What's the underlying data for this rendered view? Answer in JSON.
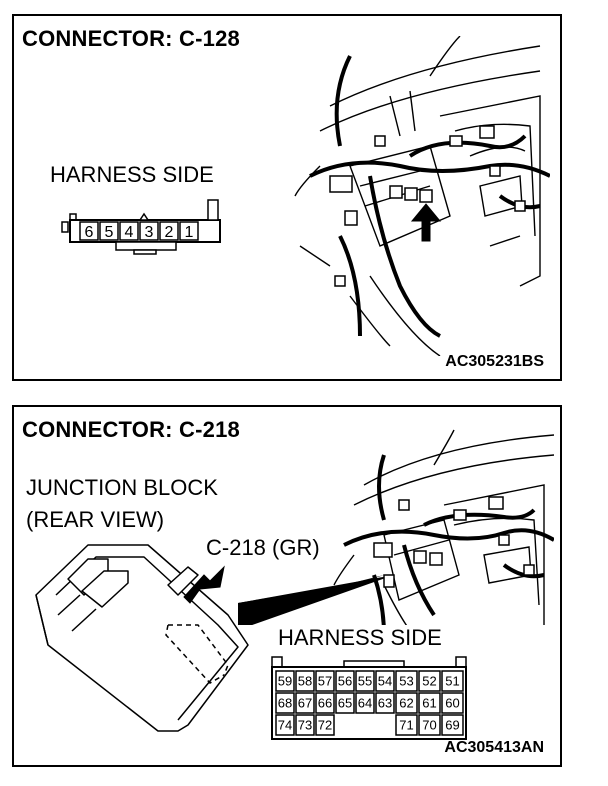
{
  "connector1": {
    "title": "CONNECTOR: C-128",
    "harness_label": "HARNESS SIDE",
    "pins": [
      "6",
      "5",
      "4",
      "3",
      "2",
      "1"
    ],
    "code": "AC305231BS"
  },
  "connector2": {
    "title": "CONNECTOR: C-218",
    "junction_label_1": "JUNCTION BLOCK",
    "junction_label_2": "(REAR VIEW)",
    "callout": "C-218 (GR)",
    "harness_label": "HARNESS SIDE",
    "rows": [
      [
        "59",
        "58",
        "57",
        "56",
        "55",
        "54",
        "53",
        "52",
        "51"
      ],
      [
        "68",
        "67",
        "66",
        "65",
        "64",
        "63",
        "62",
        "61",
        "60"
      ],
      [
        "74",
        "73",
        "72",
        "",
        "",
        "",
        "71",
        "70",
        "69"
      ]
    ],
    "code": "AC305413AN"
  }
}
